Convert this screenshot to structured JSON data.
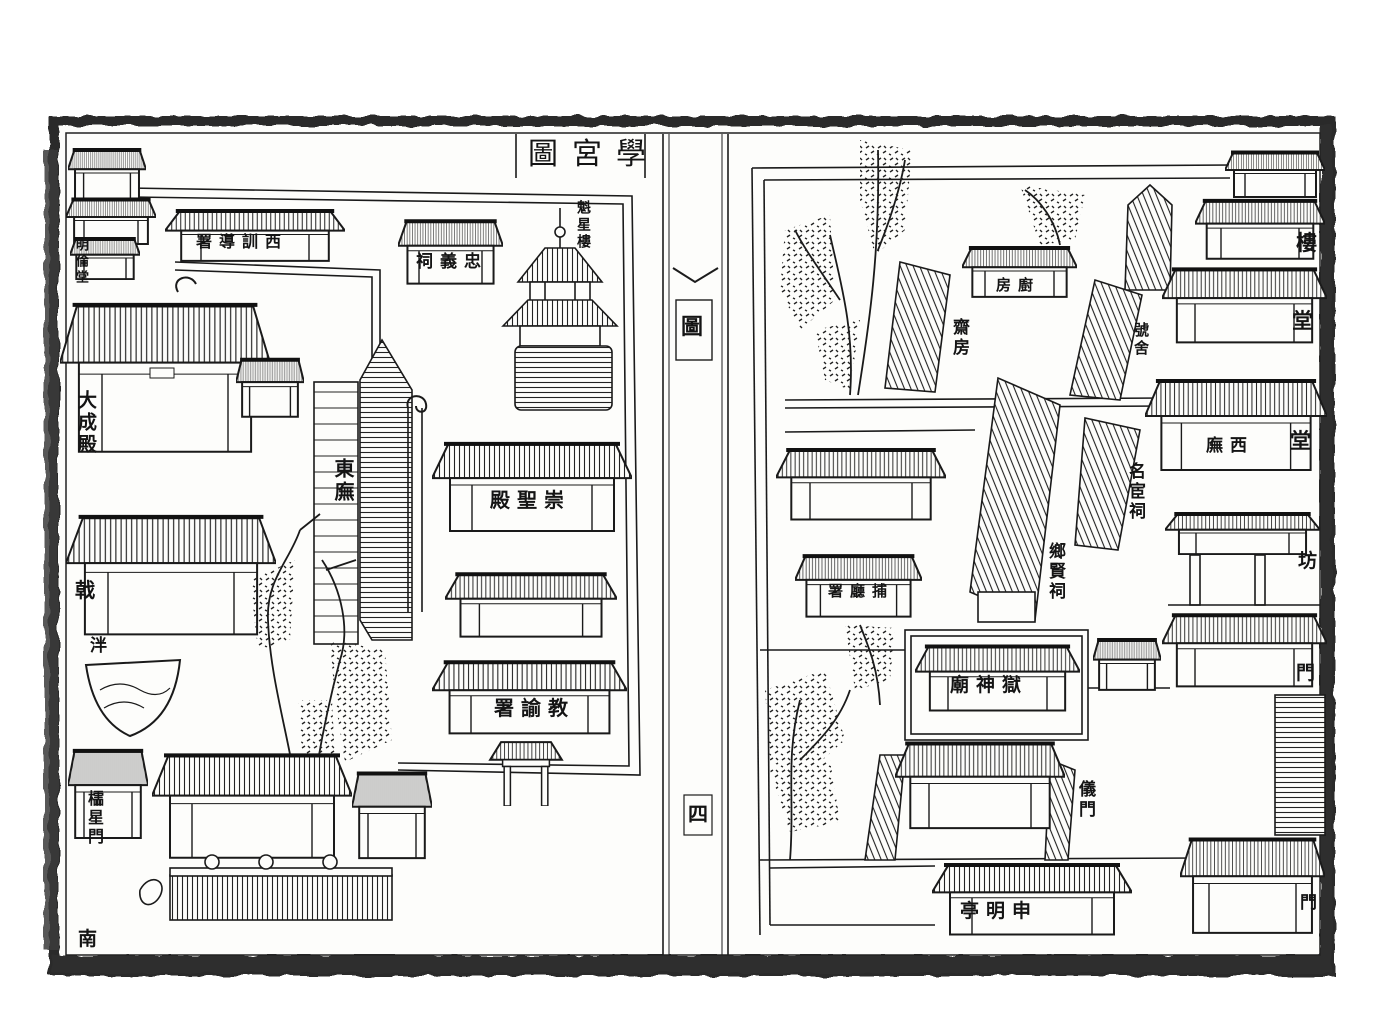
{
  "title": "學宮圖",
  "gutter": {
    "section_label": "圖",
    "page_number": "四"
  },
  "left_page": {
    "ming_lun_tang": "明倫堂",
    "xun_dao_shu": "西訓導署",
    "zhong_yi_ci": "忠義祠",
    "kui_xing_lou": "魁星樓",
    "da_cheng_dian": "大成殿",
    "ji_men": "戟",
    "pan_chi": "泮",
    "ling_xing_men": "櫺星門",
    "compass_south": "南",
    "dong_wu": "東廡",
    "chong_sheng_dian": "崇聖殿",
    "jiao_yu_shu": "教諭署"
  },
  "right_page": {
    "chu_fang": "廚房",
    "zhai_fang": "齋房",
    "hao_she": "號舍",
    "lou": "樓",
    "tang_upper": "堂",
    "xi_wu": "西廡",
    "tang_lower": "堂",
    "fang": "坊",
    "men_upper": "門",
    "ming_huan_ci": "名宦祠",
    "xiang_xian_ci": "鄉賢祠",
    "bu_ting_shu": "捕廳署",
    "yu_shen_miao": "獄神廟",
    "yi_men": "儀門",
    "shen_ming_ting": "申明亭",
    "men_lower": "門"
  },
  "colors": {
    "ink": "#1a1a1a",
    "paper": "#fdfdfb",
    "border": "#2b2b2b"
  }
}
